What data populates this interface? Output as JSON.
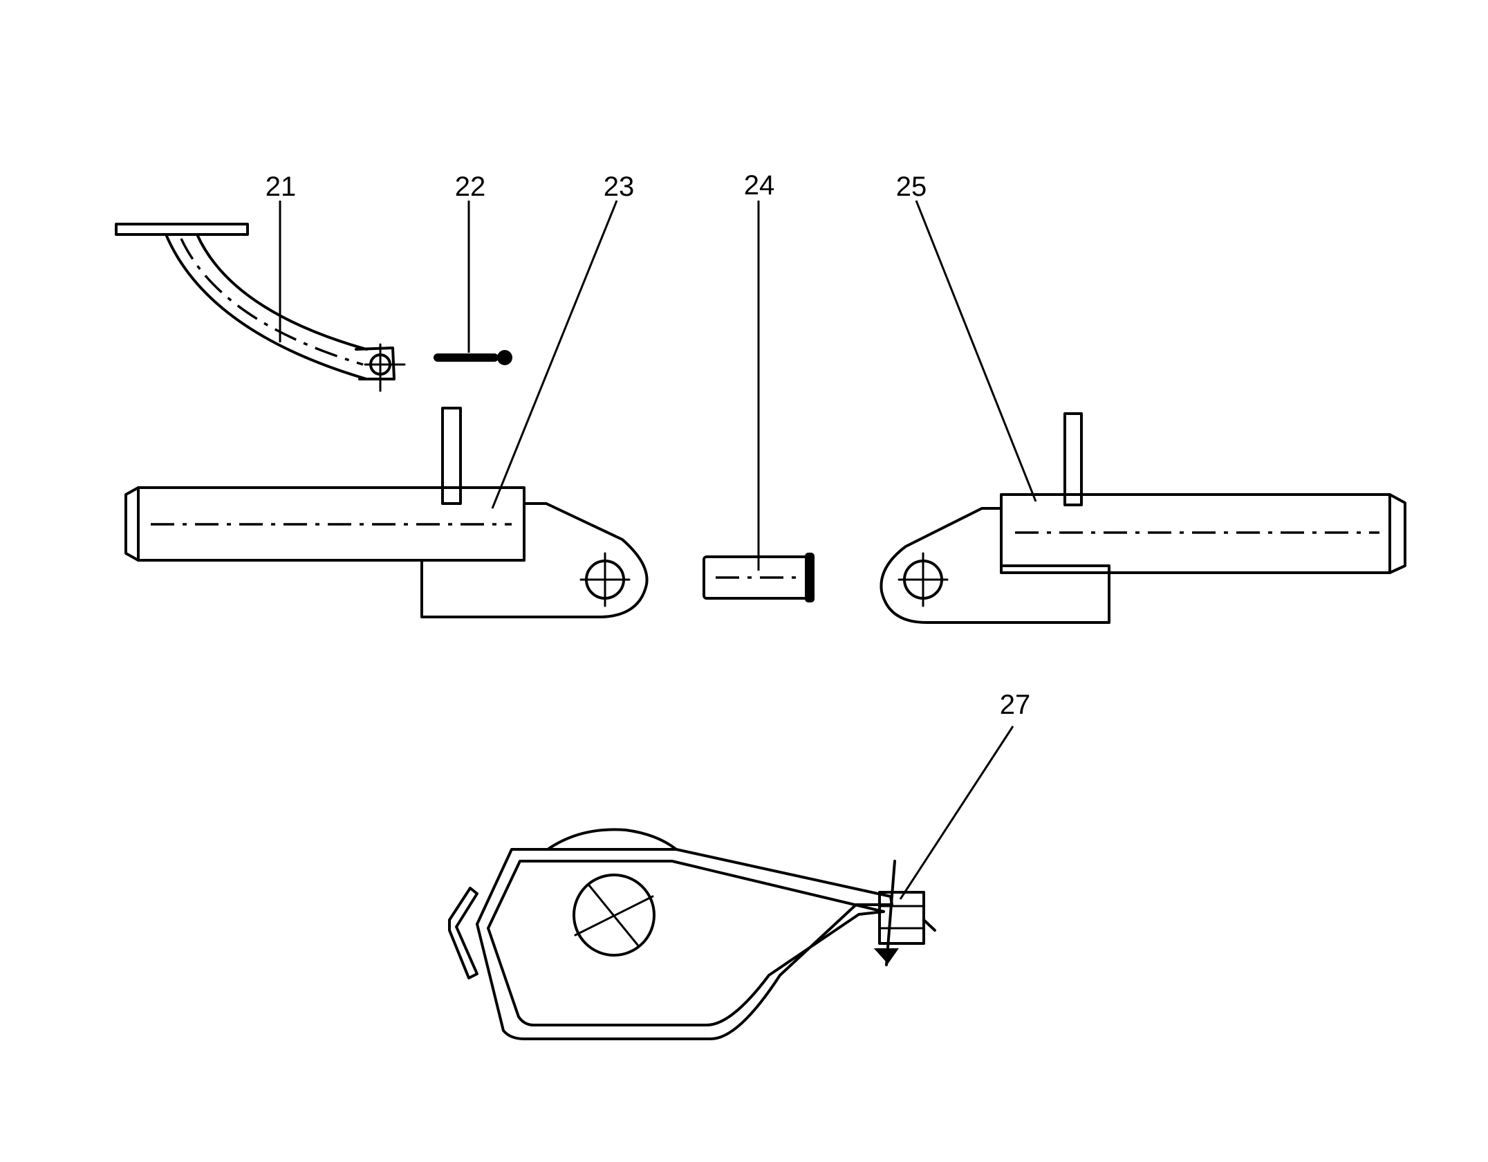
{
  "callouts": [
    {
      "id": "21",
      "text": "21"
    },
    {
      "id": "22",
      "text": "22"
    },
    {
      "id": "23",
      "text": "23"
    },
    {
      "id": "24",
      "text": "24"
    },
    {
      "id": "25",
      "text": "25"
    },
    {
      "id": "27",
      "text": "27"
    }
  ],
  "colors": {
    "ink": "#000000",
    "paper": "#ffffff"
  }
}
